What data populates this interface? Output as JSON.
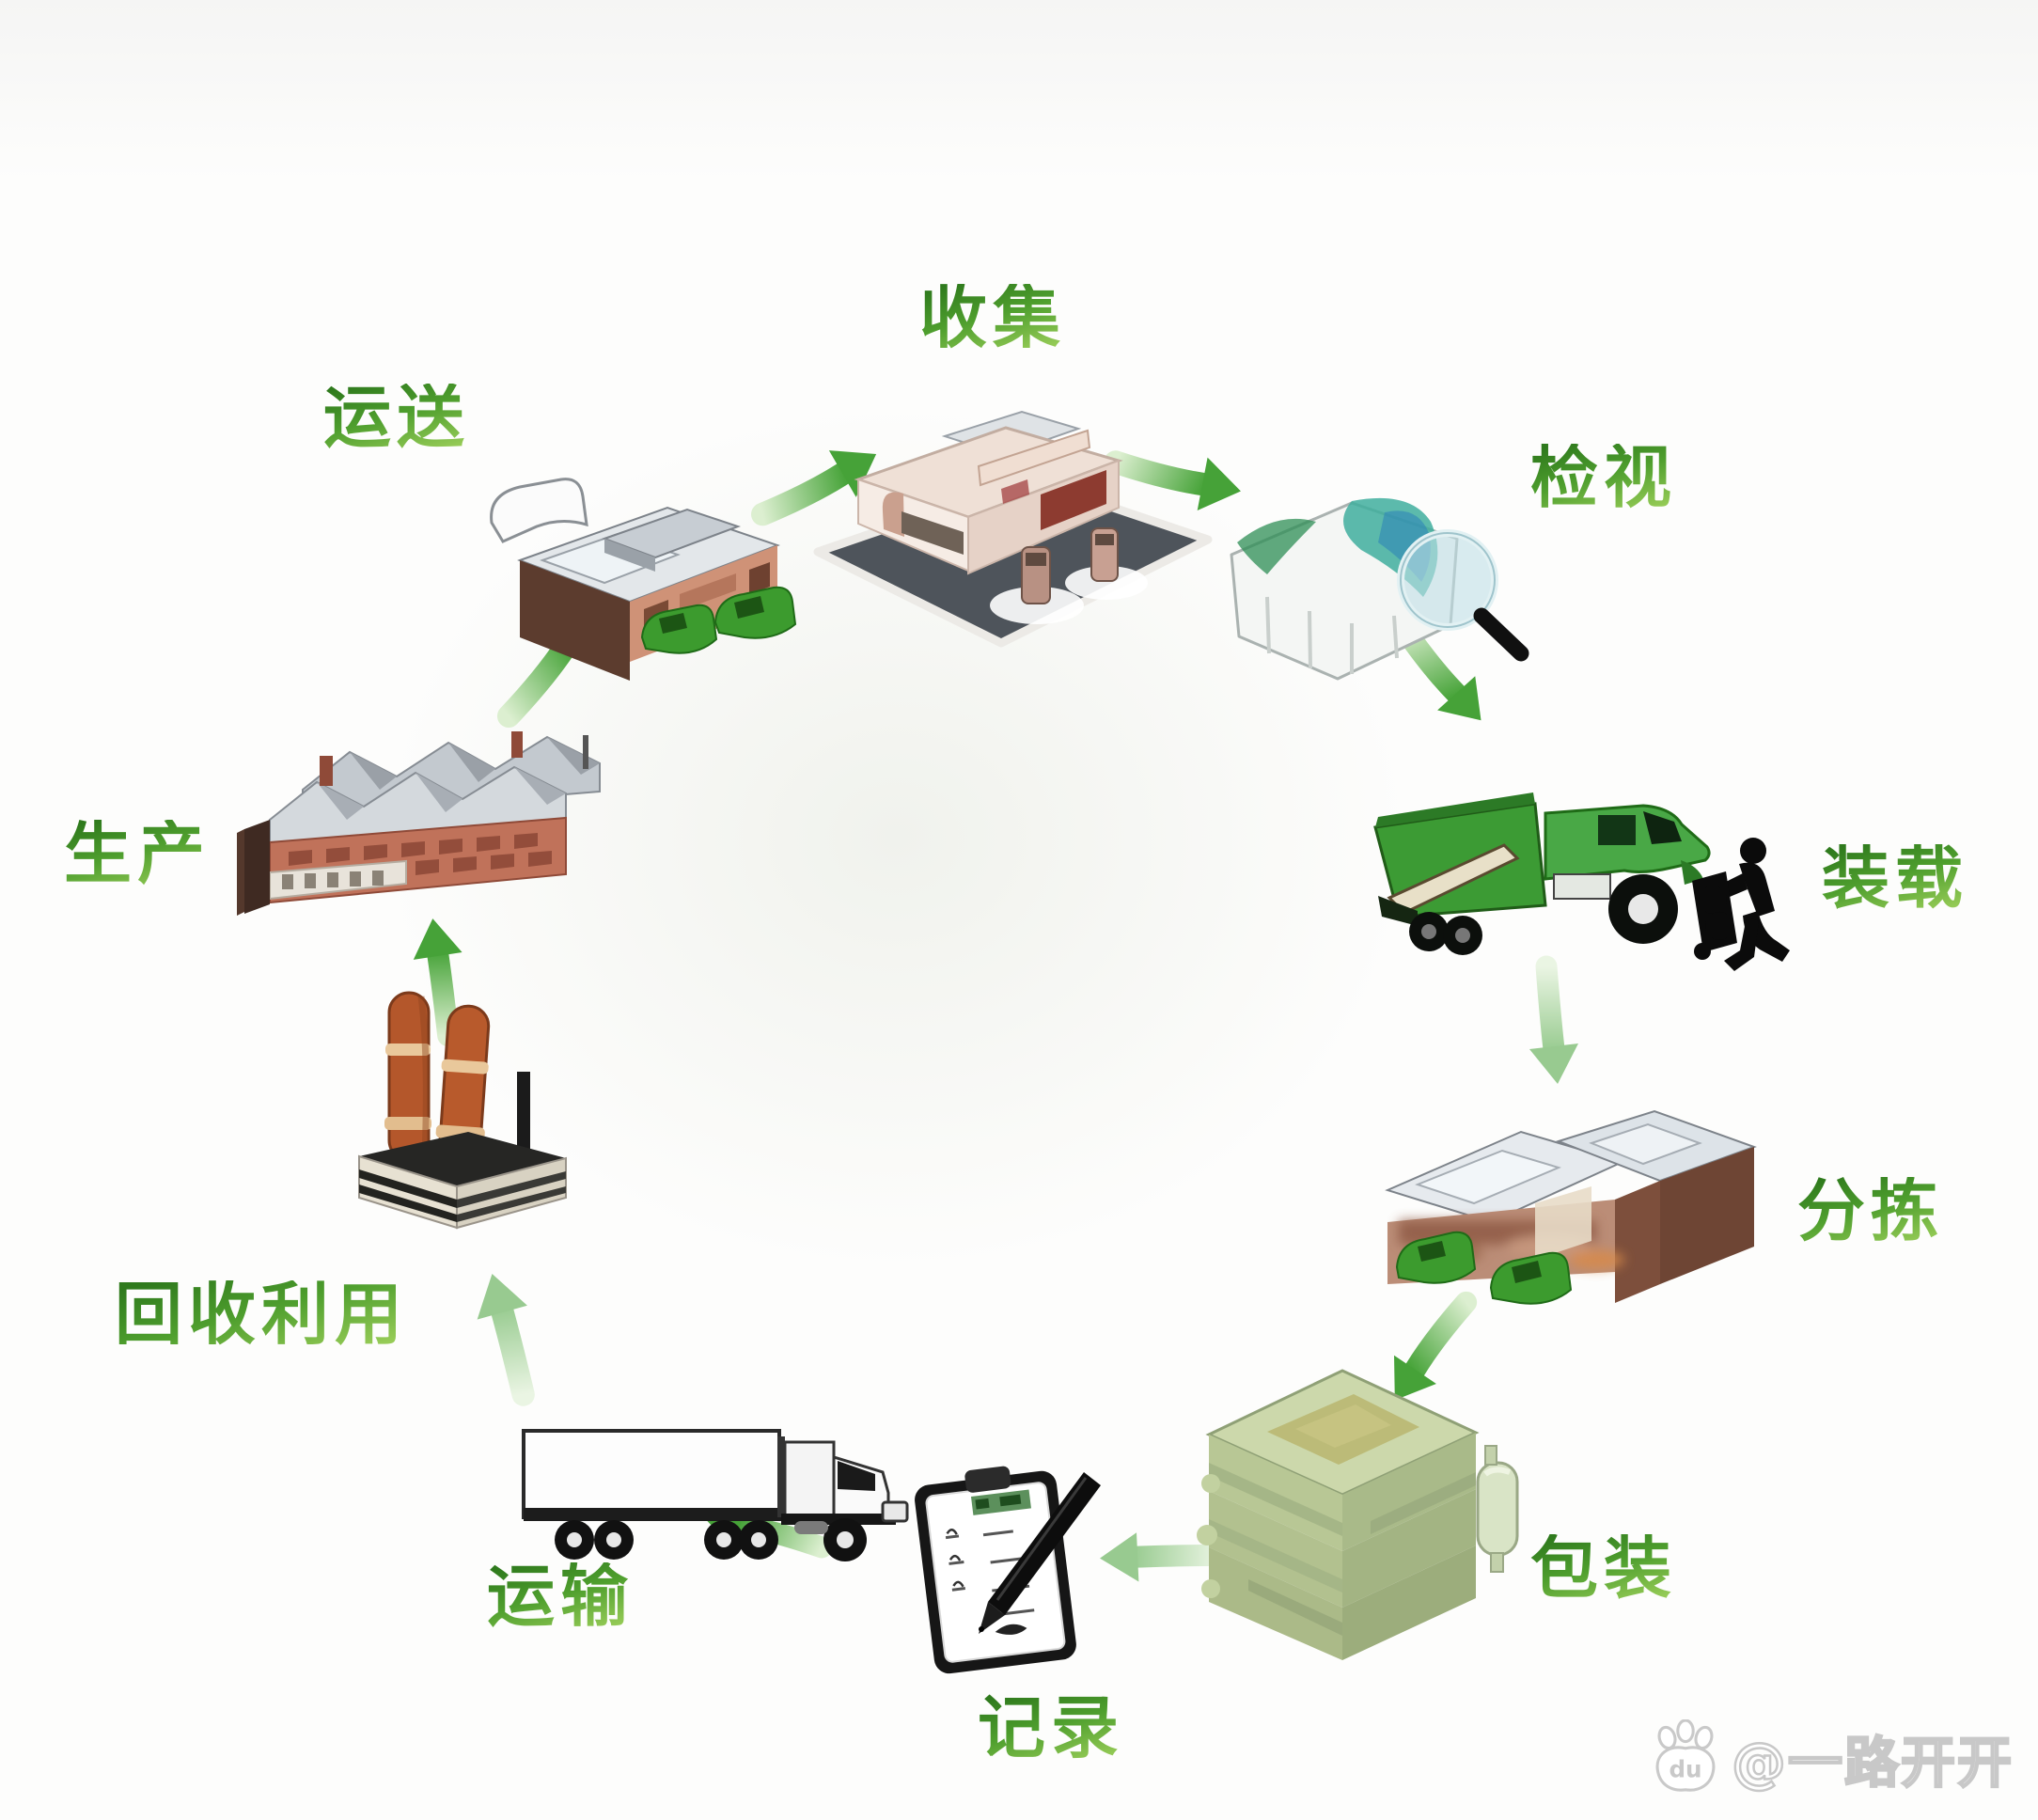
{
  "stages": [
    {
      "id": "collection",
      "label": "收集",
      "illustration": "collection-station"
    },
    {
      "id": "inspection",
      "label": "检视",
      "illustration": "bale-with-magnifier"
    },
    {
      "id": "loading",
      "label": "装载",
      "illustration": "garbage-truck-with-worker"
    },
    {
      "id": "sorting",
      "label": "分拣",
      "illustration": "warehouse-with-trucks"
    },
    {
      "id": "packaging",
      "label": "包装",
      "illustration": "stacked-bales"
    },
    {
      "id": "recording",
      "label": "记录",
      "illustration": "clipboard-with-pen"
    },
    {
      "id": "transport",
      "label": "运输",
      "illustration": "semi-truck"
    },
    {
      "id": "recycling",
      "label": "回收利用",
      "illustration": "chimney-plant"
    },
    {
      "id": "production",
      "label": "生产",
      "illustration": "brick-factory"
    },
    {
      "id": "delivery",
      "label": "运送",
      "illustration": "depot-with-green-trucks"
    }
  ],
  "flow": [
    {
      "from": "delivery",
      "to": "collection"
    },
    {
      "from": "collection",
      "to": "inspection"
    },
    {
      "from": "inspection",
      "to": "loading"
    },
    {
      "from": "loading",
      "to": "sorting"
    },
    {
      "from": "sorting",
      "to": "packaging"
    },
    {
      "from": "packaging",
      "to": "recording"
    },
    {
      "from": "recording",
      "to": "transport"
    },
    {
      "from": "transport",
      "to": "recycling"
    },
    {
      "from": "recycling",
      "to": "production"
    },
    {
      "from": "production",
      "to": "delivery"
    }
  ],
  "watermark": {
    "handle": "@一路开开",
    "logo": "baidu-paw-icon",
    "logo_text": "du"
  },
  "icons": {
    "arrow-icon": "curved green flow arrow",
    "magnifier-icon": "magnifying glass over bale",
    "baidu-paw-icon": "paw print logo with du text"
  },
  "colors": {
    "label_green_dark": "#2f7a1d",
    "label_green_light": "#9ccf5a",
    "arrow_green": "#4aa53c",
    "truck_green": "#3c9b34",
    "bale_green": "#ccd8ab",
    "brick_red": "#c0725a",
    "roof_gray": "#d4d9dd",
    "dark_brown": "#5c3c2e",
    "chimney_orange": "#b4572b",
    "background": "#fdfdfc"
  }
}
